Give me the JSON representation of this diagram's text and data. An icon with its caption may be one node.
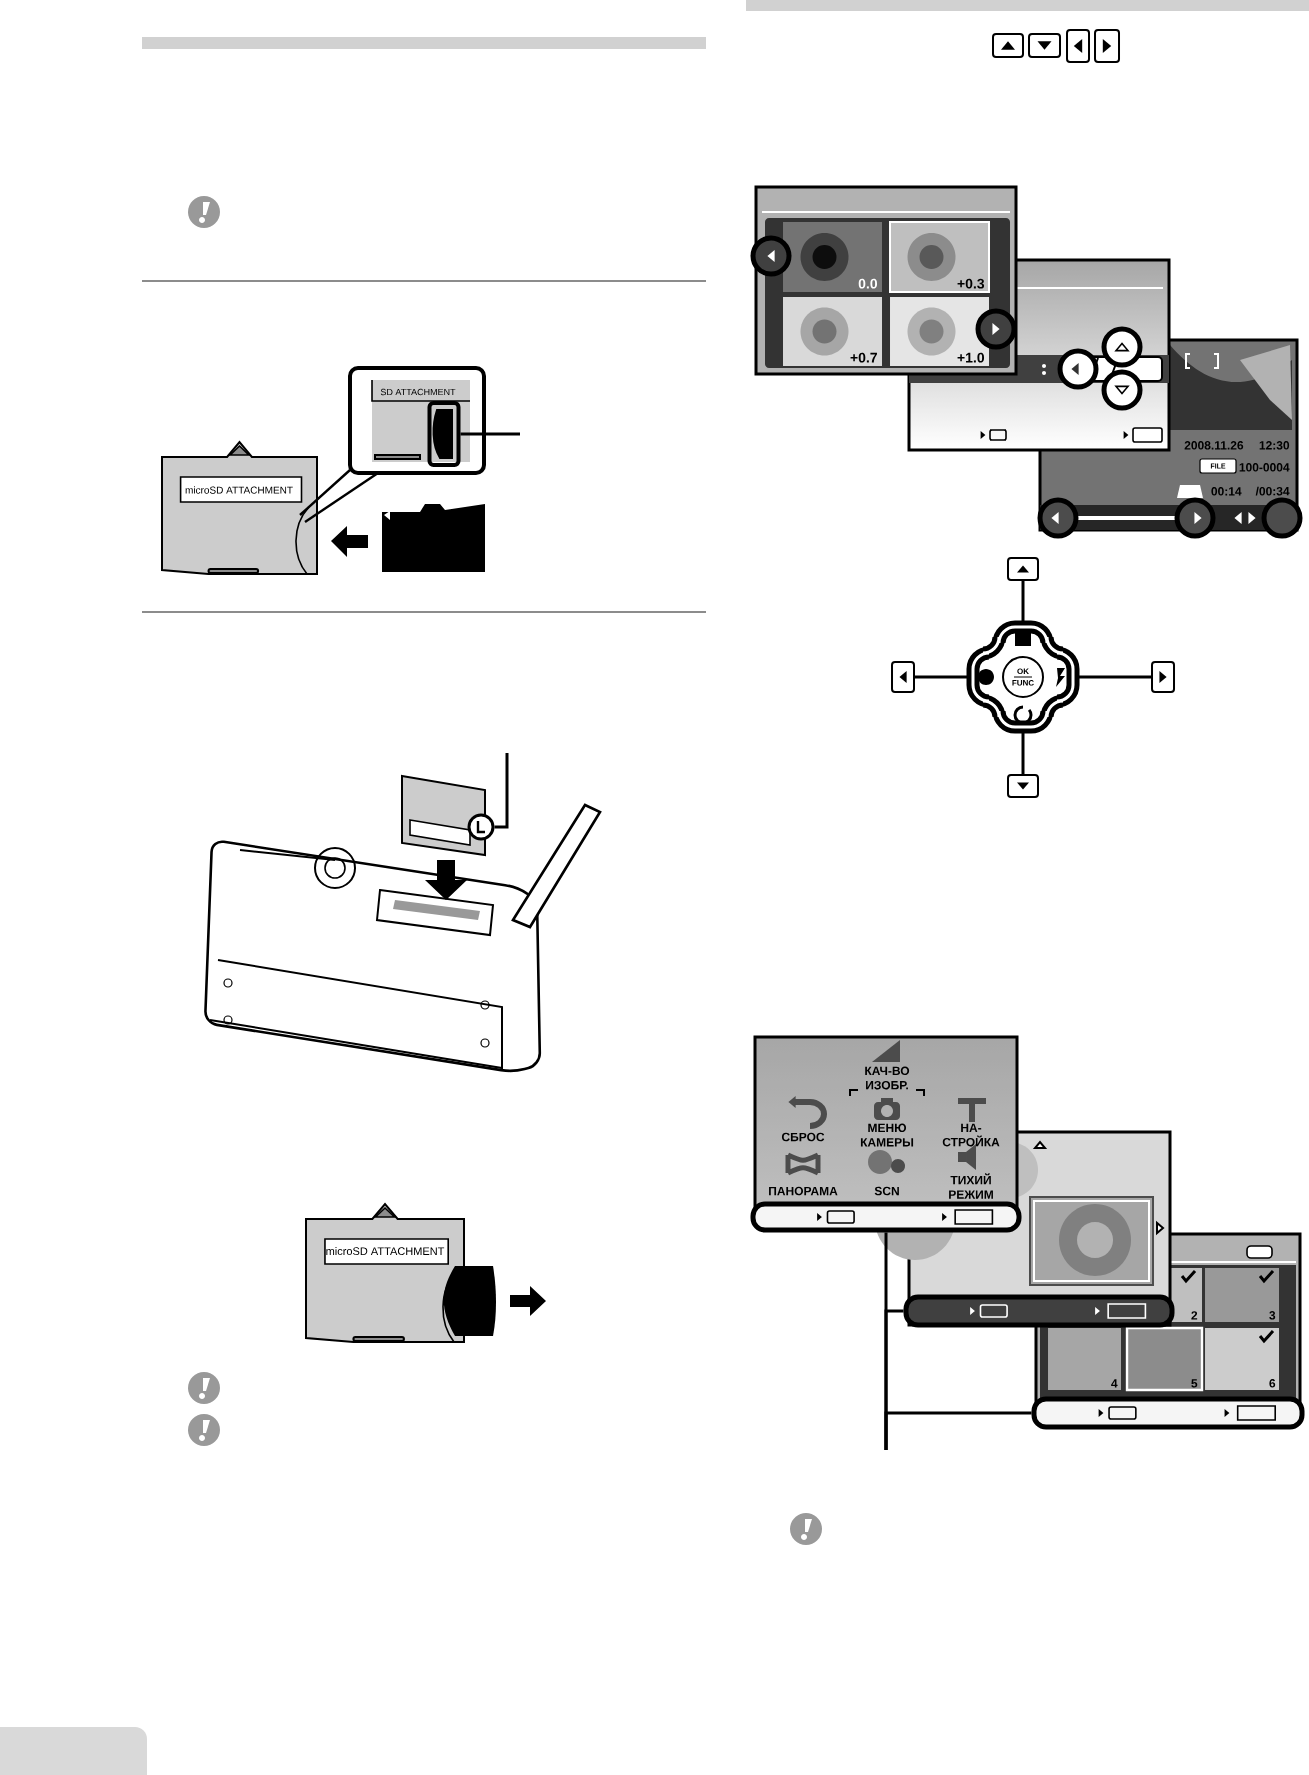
{
  "diagram": {
    "nodes": [
      {
        "text": [],
        "shape": "box"
      },
      {
        "text": [],
        "shape": "box"
      },
      {
        "text": [],
        "shape": "box"
      },
      {
        "text": [],
        "shape": "box"
      },
      {
        "text": [
          "OK",
          "FUNC"
        ]
      },
      {
        "text": [],
        "shape": "box"
      },
      {
        "text": [],
        "shape": "circle"
      },
      {
        "text": [],
        "shape": "bar"
      },
      {
        "text": [],
        "shape": "bar"
      },
      {
        "text": [],
        "shape": "bar"
      }
    ],
    "edges": [
      {
        "from": 0,
        "to": 4,
        "arrow": "none"
      },
      {
        "from": 1,
        "to": 4,
        "arrow": "none"
      },
      {
        "from": 2,
        "to": 4,
        "arrow": "none"
      },
      {
        "from": 3,
        "to": 4,
        "arrow": "none"
      },
      {
        "from": 5,
        "to": null,
        "arrow": "none"
      },
      {
        "from": 6,
        "to": null,
        "arrow": "none"
      },
      {
        "from": 7,
        "to": null,
        "arrow": "none"
      },
      {
        "from": 8,
        "to": null,
        "arrow": "none"
      },
      {
        "from": 9,
        "to": null,
        "arrow": "none"
      }
    ],
    "labels": [
      "SD ATTACHMENT",
      "microSD ATTACHMENT",
      "microSD ATTACHMENT",
      "0.0",
      "+0.3",
      "+0.7",
      "+1.0",
      "2008.11.26",
      "12:30",
      "FILE",
      "100-0004",
      "00:14",
      "/00:34",
      "КАЧ-ВО ИЗОБР.",
      "СБРОС",
      "МЕНЮ КАМЕРЫ",
      "НА-СТРОЙКА",
      "ПАНОРАМА",
      "SCN",
      "ТИХИЙ РЕЖИМ",
      "2",
      "3",
      "4",
      "5",
      "6"
    ]
  }
}
